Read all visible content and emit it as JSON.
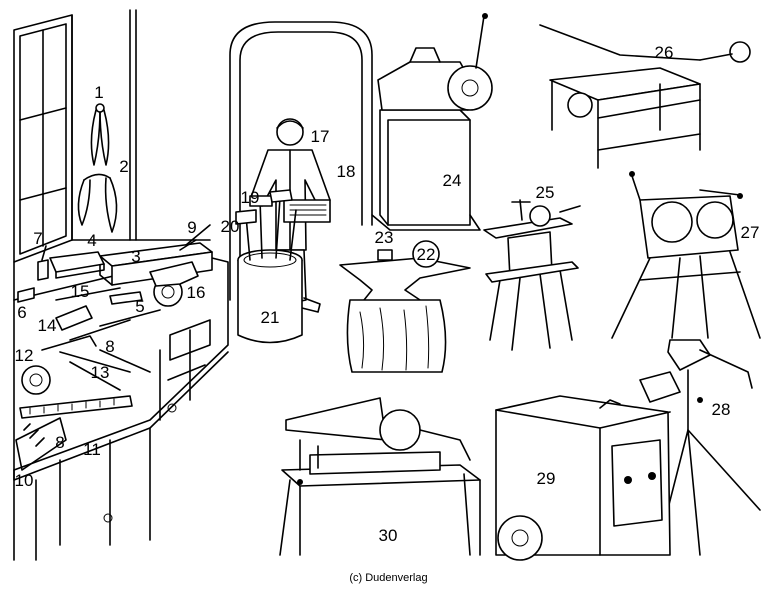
{
  "labels": [
    "1",
    "2",
    "3",
    "4",
    "5",
    "6",
    "7",
    "8",
    "8",
    "9",
    "10",
    "11",
    "12",
    "13",
    "14",
    "15",
    "16",
    "17",
    "18",
    "19",
    "20",
    "21",
    "22",
    "23",
    "24",
    "25",
    "26",
    "27",
    "28",
    "29",
    "30"
  ],
  "credit": "(c) Dudenverlag"
}
